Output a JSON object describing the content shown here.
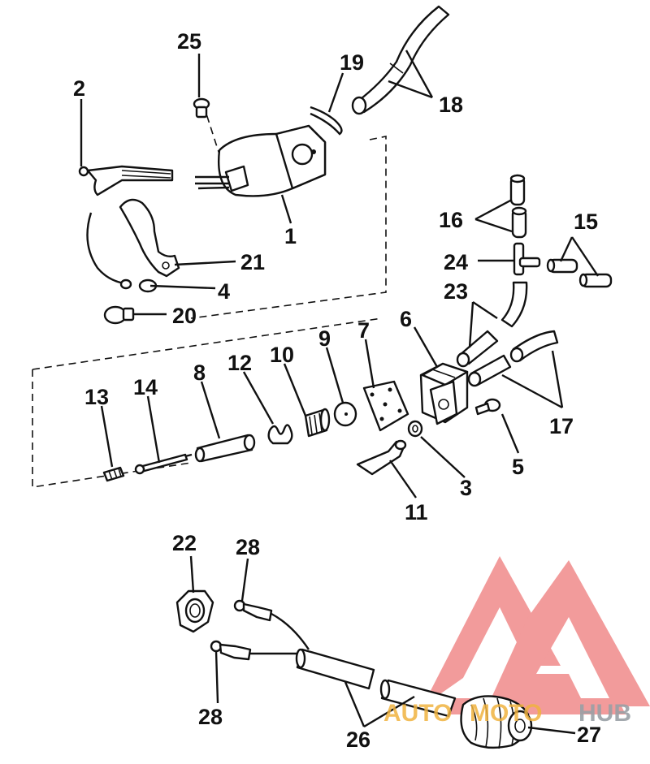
{
  "diagram": {
    "labels": {
      "l1": "1",
      "l2": "2",
      "l3": "3",
      "l4": "4",
      "l5": "5",
      "l6": "6",
      "l7": "7",
      "l8": "8",
      "l9": "9",
      "l10": "10",
      "l11": "11",
      "l12": "12",
      "l13": "13",
      "l14": "14",
      "l15": "15",
      "l16": "16",
      "l17": "17",
      "l18": "18",
      "l19": "19",
      "l20": "20",
      "l21": "21",
      "l22": "22",
      "l23": "23",
      "l24": "24",
      "l25": "25",
      "l26": "26",
      "l27": "27",
      "l28a": "28",
      "l28b": "28"
    }
  },
  "watermark": {
    "word_auto": "AUTO",
    "word_moto": "MOTO",
    "word_hub": "HUB",
    "logo_color": "#e84a4a",
    "text_color_auto": "#f0b340",
    "text_color_hub": "#9aa0a6"
  }
}
